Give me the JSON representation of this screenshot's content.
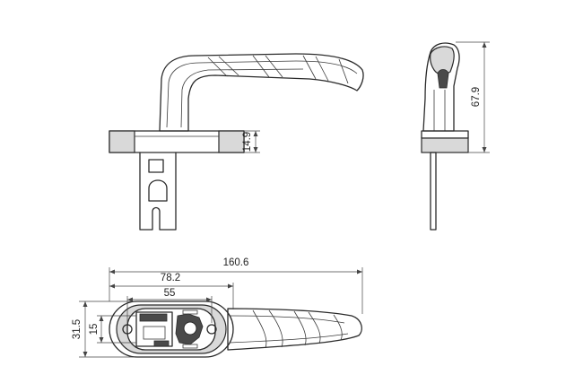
{
  "dimensions": {
    "plate_height": "14.9",
    "side_height": "67.9",
    "total_length": "160.6",
    "half_length": "78.2",
    "hole_spacing": "55",
    "base_width": "31.5",
    "inner_width": "15"
  }
}
